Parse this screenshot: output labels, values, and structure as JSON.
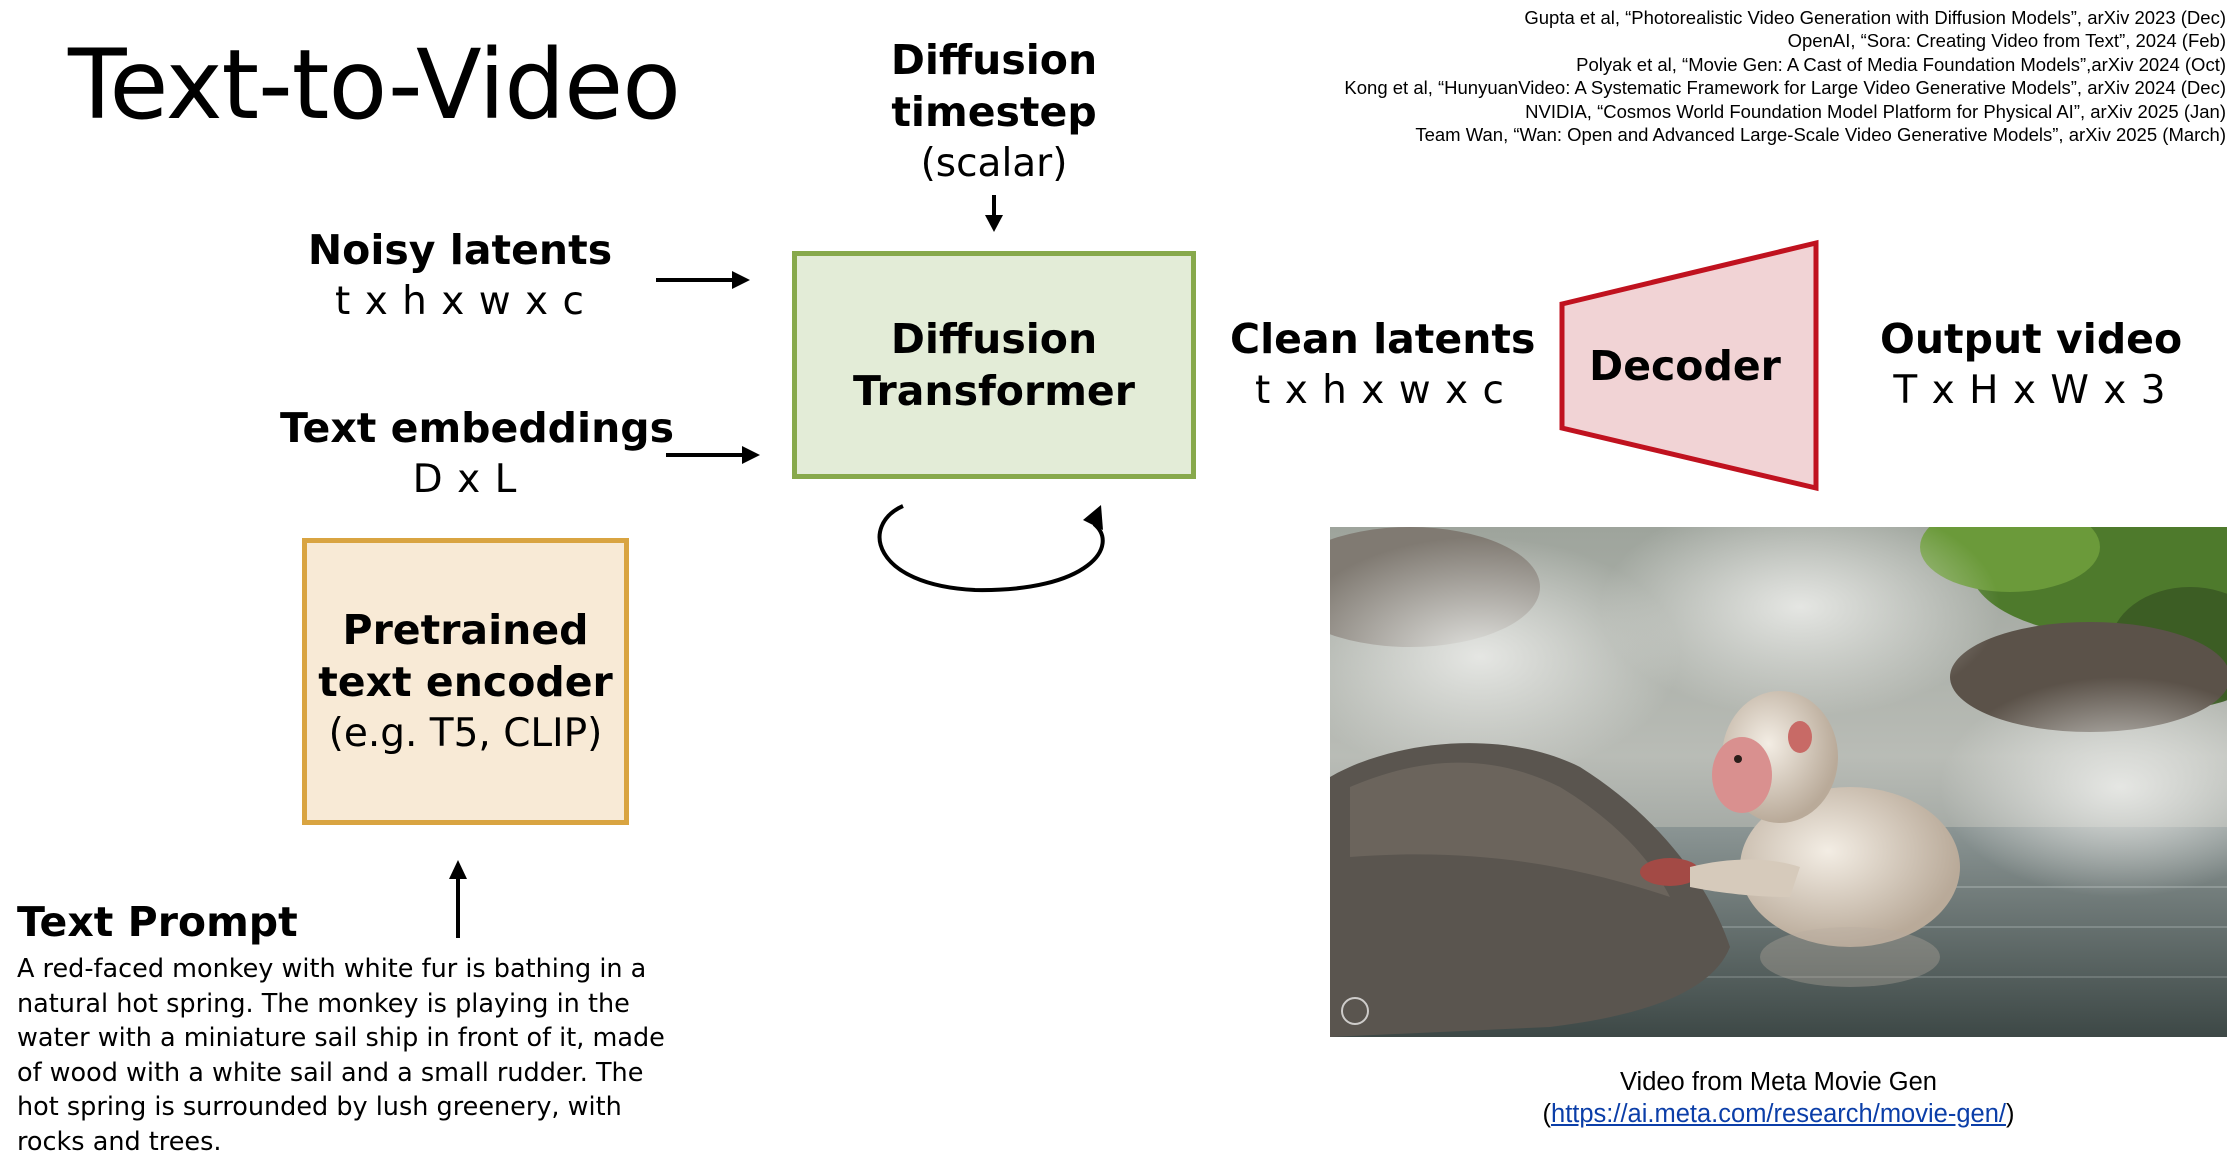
{
  "title": "Text-to-Video",
  "references": [
    "Gupta et al, “Photorealistic Video Generation with Diffusion Models”, arXiv 2023 (Dec)",
    "OpenAI, “Sora: Creating Video from Text”, 2024 (Feb)",
    "Polyak et al, “Movie Gen: A Cast of Media Foundation Models”,arXiv 2024 (Oct)",
    "Kong et al, “HunyuanVideo: A Systematic Framework for Large Video Generative Models”, arXiv 2024 (Dec)",
    "NVIDIA, “Cosmos World Foundation Model Platform for Physical AI”, arXiv 2025 (Jan)",
    "Team Wan, “Wan: Open and Advanced Large-Scale Video Generative Models”, arXiv 2025 (March)"
  ],
  "timestep": {
    "line1": "Diffusion",
    "line2": "timestep",
    "line3": "(scalar)"
  },
  "noisy_latents": {
    "label": "Noisy latents",
    "shape": "t x h x w x c"
  },
  "text_embeddings": {
    "label": "Text embeddings",
    "shape": "D x L"
  },
  "diffusion_transformer": {
    "line1": "Diffusion",
    "line2": "Transformer"
  },
  "text_encoder": {
    "line1": "Pretrained",
    "line2": "text encoder",
    "line3": "(e.g. T5, CLIP)"
  },
  "clean_latents": {
    "label": "Clean latents",
    "shape": "t x h x w x c"
  },
  "decoder": {
    "label": "Decoder"
  },
  "output_video": {
    "label": "Output video",
    "shape": "T x H x W x 3"
  },
  "prompt": {
    "title": "Text Prompt",
    "body": "A red-faced monkey with white fur is bathing in a natural hot spring. The monkey is playing in the water with a miniature sail ship in front of it, made of wood with a white sail and a small rudder. The hot spring is surrounded by lush greenery, with rocks and trees."
  },
  "caption": {
    "line1": "Video from Meta Movie Gen",
    "open_paren": "(",
    "link": "https://ai.meta.com/research/movie-gen/",
    "close_paren": ")"
  },
  "colors": {
    "transformer_fill": "#e3ecd7",
    "transformer_border": "#87a94b",
    "encoder_fill": "#f8ead6",
    "encoder_border": "#d9a441",
    "decoder_fill": "#f1d3d5",
    "decoder_border": "#c0121f"
  }
}
